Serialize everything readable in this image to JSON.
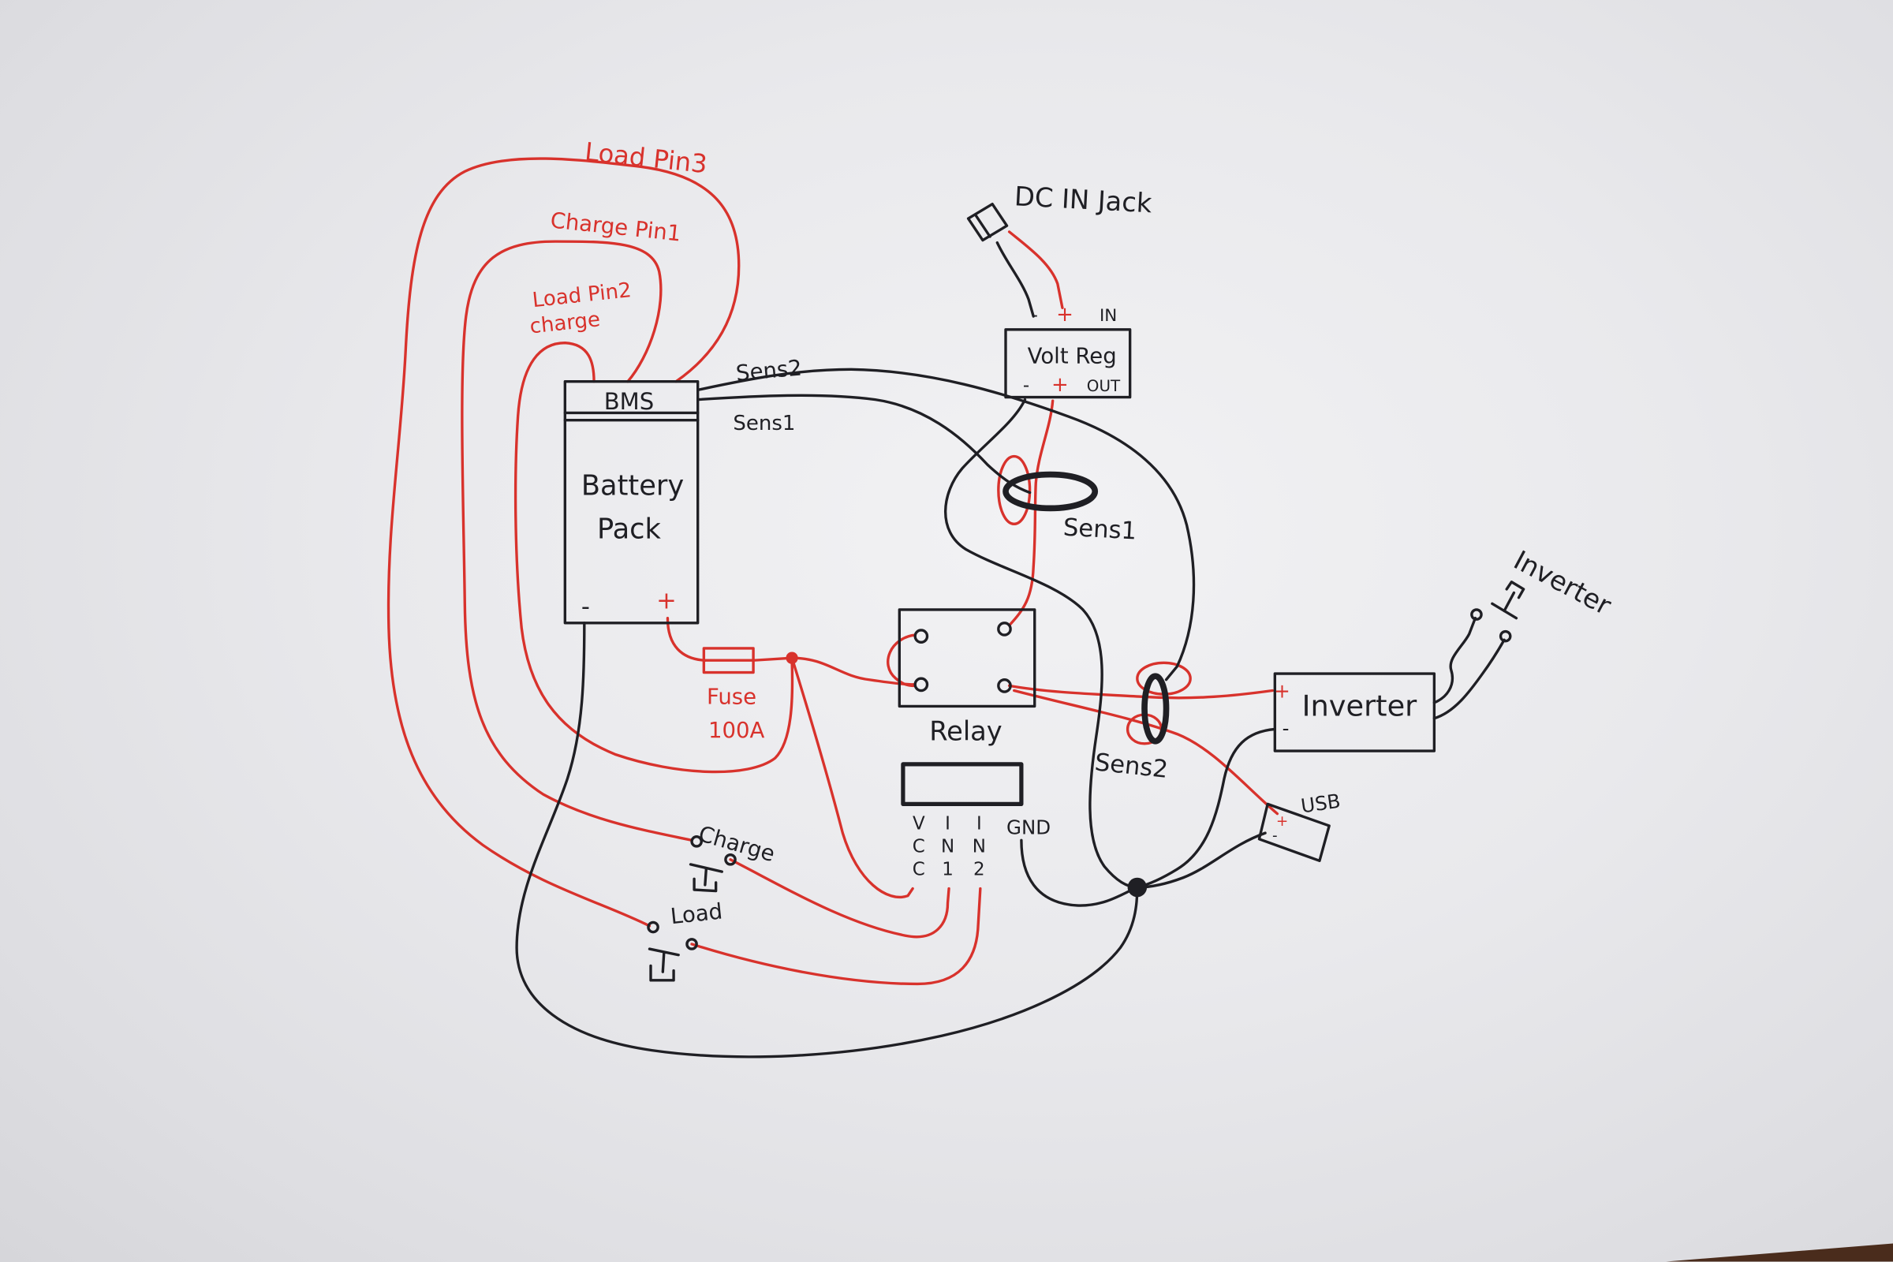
{
  "colors": {
    "paper": "#e9e9ec",
    "ink_black": "#1f1f24",
    "ink_red": "#d8322c",
    "table_edge": "#4a2c1c"
  },
  "bms_wires": {
    "load_pin3": "Load Pin3",
    "charge_pin1": "Charge Pin1",
    "load_pin2": "Load Pin2",
    "load_pin2_note": "charge"
  },
  "battery": {
    "bms": "BMS",
    "line1": "Battery",
    "line2": "Pack",
    "minus": "-",
    "plus": "+"
  },
  "sensor_wires": {
    "sens2": "Sens2",
    "sens1": "Sens1"
  },
  "dc_in": {
    "label": "DC IN Jack"
  },
  "volt_reg": {
    "title": "Volt Reg",
    "in": {
      "minus": "-",
      "plus": "+",
      "label": "IN"
    },
    "out": {
      "minus": "-",
      "plus": "+",
      "label": "OUT"
    }
  },
  "sensors": {
    "sens1": "Sens1",
    "sens2": "Sens2"
  },
  "fuse": {
    "line1": "Fuse",
    "line2": "100A"
  },
  "relay": {
    "label": "Relay"
  },
  "relay_module": {
    "pins": [
      "VCC",
      "IN1",
      "IN2"
    ],
    "gnd": "GND"
  },
  "inverter": {
    "label": "Inverter",
    "plus": "+",
    "minus": "-"
  },
  "inverter_plug": {
    "label": "Inverter"
  },
  "usb": {
    "label": "USB",
    "plus": "+",
    "minus": "-"
  },
  "switches": {
    "charge": "Charge",
    "load": "Load"
  }
}
